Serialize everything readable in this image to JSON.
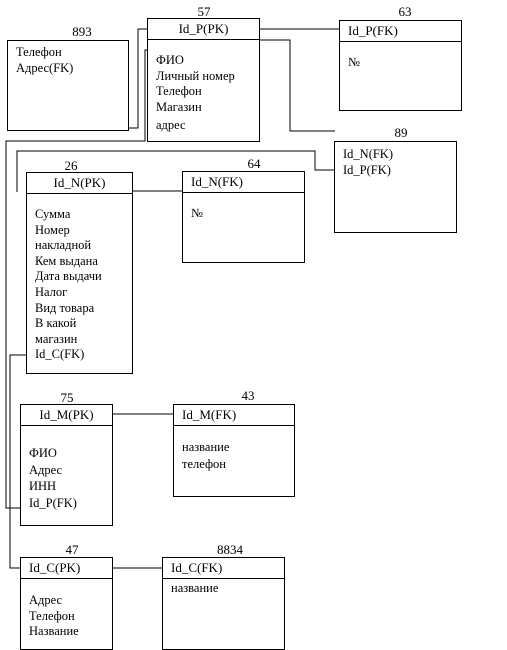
{
  "tables": {
    "t893": {
      "number": "893",
      "header": "",
      "fields": [
        "Телефон",
        "Адрес(FK)"
      ]
    },
    "t57": {
      "number": "57",
      "header": "Id_P(PK)",
      "fields": [
        "ФИО",
        "Личный номер",
        "Телефон",
        "Магазин",
        "адрес"
      ]
    },
    "t63": {
      "number": "63",
      "header": "Id_P(FK)",
      "fields": [
        "№"
      ]
    },
    "t89": {
      "number": "89",
      "header": "",
      "fields": [
        "Id_N(FK)",
        "Id_P(FK)"
      ]
    },
    "t26": {
      "number": "26",
      "header": "Id_N(PK)",
      "fields": [
        "Сумма",
        "Номер",
        "накладной",
        "Кем выдана",
        "Дата выдачи",
        "Налог",
        "Вид товара",
        "В какой",
        "магазин",
        "Id_C(FK)"
      ]
    },
    "t64": {
      "number": "64",
      "header": "Id_N(FK)",
      "fields": [
        "№"
      ]
    },
    "t75": {
      "number": "75",
      "header": "Id_M(PK)",
      "fields": [
        "",
        "ФИО",
        "Адрес",
        "ИНН",
        "Id_P(FK)"
      ]
    },
    "t43": {
      "number": "43",
      "header": "Id_M(FK)",
      "fields": [
        "название",
        "телефон"
      ]
    },
    "t47": {
      "number": "47",
      "header": "Id_C(PK)",
      "fields": [
        "",
        "Адрес",
        "Телефон",
        "Название"
      ]
    },
    "t8834": {
      "number": "8834",
      "header": "Id_C(FK)",
      "fields": [
        "название"
      ]
    }
  }
}
